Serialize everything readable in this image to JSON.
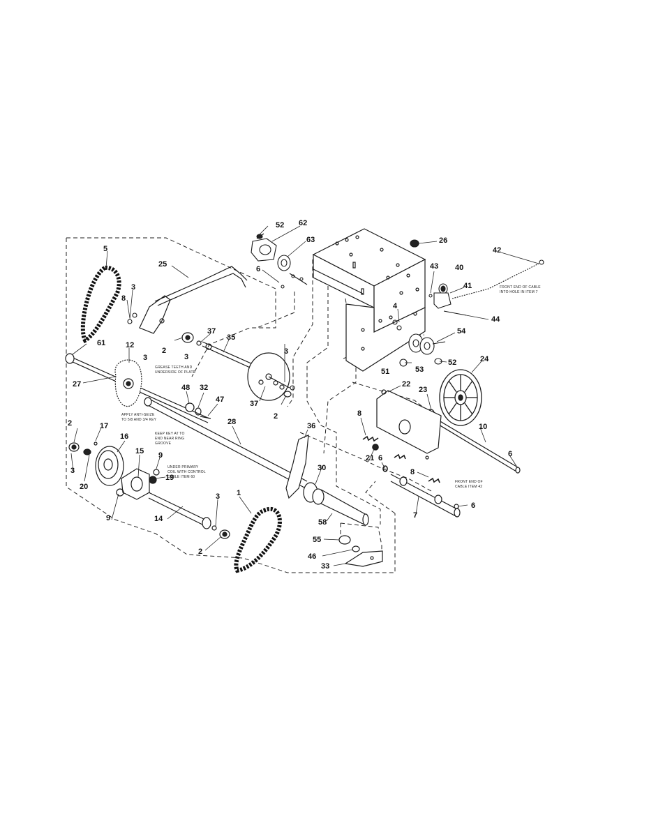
{
  "parts": {
    "p52a": "52",
    "p62": "62",
    "p63": "63",
    "p26": "26",
    "p42": "42",
    "p5": "5",
    "p25": "25",
    "p6a": "6",
    "p43": "43",
    "p40": "40",
    "p41": "41",
    "p3a": "3",
    "p8a": "8",
    "p4": "4",
    "p44": "44",
    "p2a": "2",
    "p37a": "37",
    "p35": "35",
    "p3b": "3",
    "p61": "61",
    "p12": "12",
    "p3c": "3",
    "p54": "54",
    "p51": "51",
    "p53": "53",
    "p52b": "52",
    "p24": "24",
    "p27": "27",
    "p22": "22",
    "p3d": "3",
    "p37b": "37",
    "p2b": "2",
    "p48": "48",
    "p32": "32",
    "p47": "47",
    "p23": "23",
    "p2c": "2",
    "p17": "17",
    "p16": "16",
    "p28": "28",
    "p36": "36",
    "p8b": "8",
    "p10": "10",
    "p15": "15",
    "p9a": "9",
    "p3e": "3",
    "p19": "19",
    "p20": "20",
    "p21": "21",
    "p6b": "6",
    "p8c": "8",
    "p30": "30",
    "p6c": "6",
    "p9b": "9",
    "p14": "14",
    "p3f": "3",
    "p1": "1",
    "p7": "7",
    "p6d": "6",
    "p58": "58",
    "p2d": "2",
    "p55": "55",
    "p46": "46",
    "p33": "33"
  },
  "notes": {
    "grease_1": "GREASE TEETH AND",
    "grease_2": "UNDERSIDE OF PLATE",
    "apply_1": "APPLY ANTI-SEIZE",
    "apply_2": "TO 5/8 AND 3/4 KEY",
    "keep_1": "KEEP KEY AT TO",
    "keep_2": "END NEAR RING",
    "keep_3": "GROOVE",
    "conn_1": "UNDER PRIMARY",
    "conn_2": "COIL WITH CONTROL",
    "conn_3": "CABLE ITEM 60",
    "front_1a": "FRONT END OF CABLE",
    "front_1b": "INTO HOLE IN ITEM 7",
    "front_2a": "FRONT END OF",
    "front_2b": "CABLE ITEM 42"
  }
}
